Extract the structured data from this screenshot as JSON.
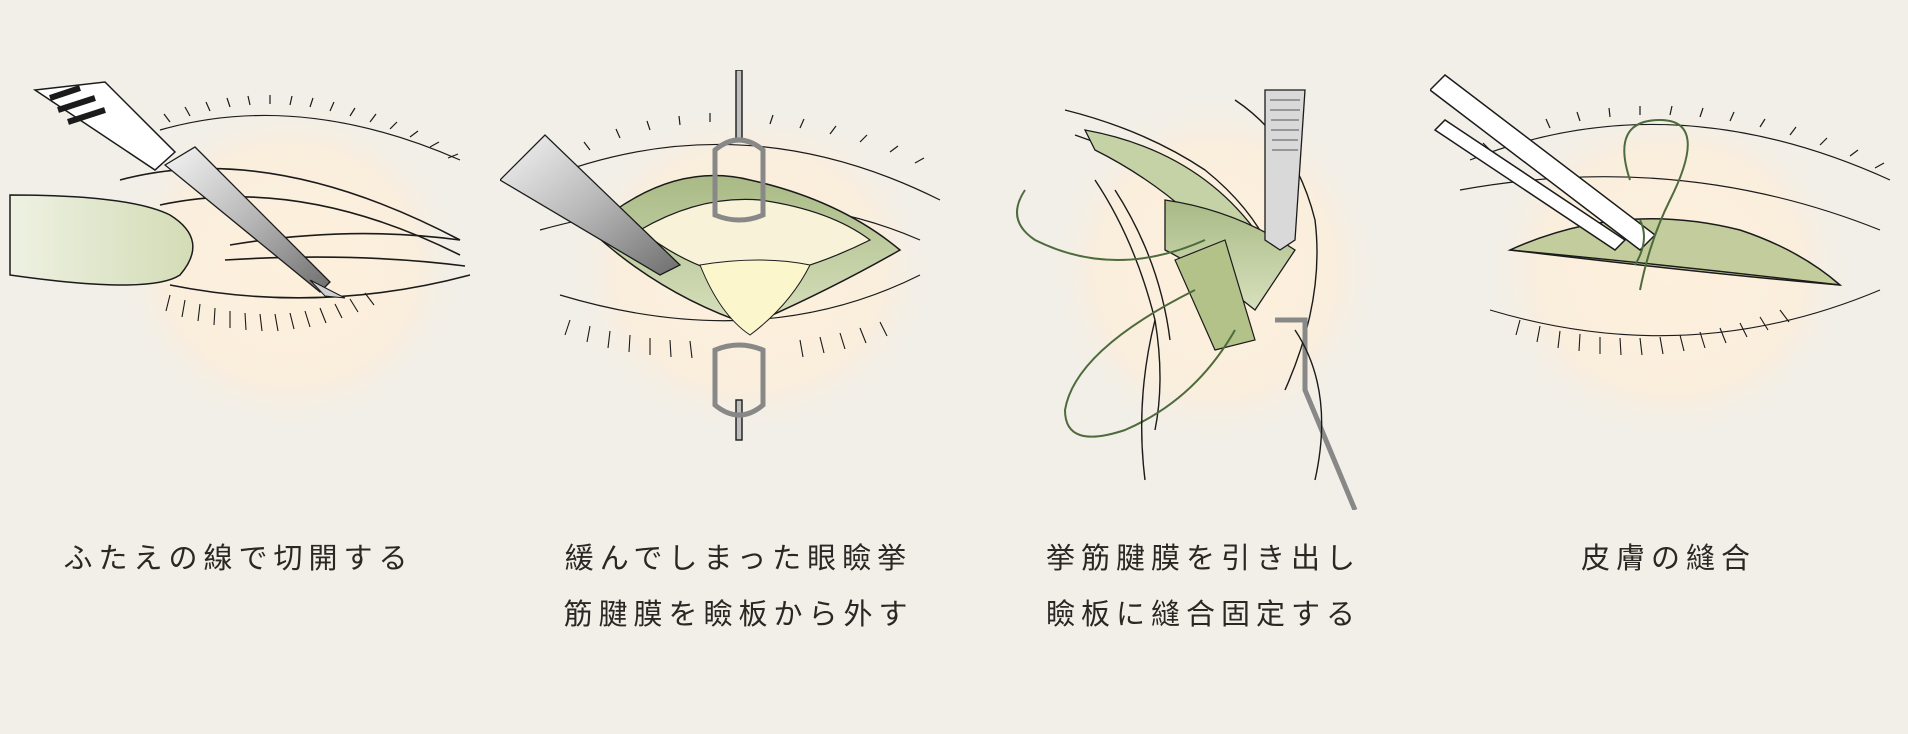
{
  "colors": {
    "background": "#f2efe8",
    "glow": "#fdf1de",
    "tissue_green": "#b9c79a",
    "tissue_light": "#dfe6c6",
    "line": "#1b1b1b",
    "suture": "#4d6b3c",
    "steel": "#9a9a9a",
    "text": "#2a2724"
  },
  "steps": [
    {
      "illustration_icon": "eyelid-incision-icon",
      "caption_lines": [
        "ふたえの線で切開する"
      ]
    },
    {
      "illustration_icon": "tendon-detachment-icon",
      "caption_lines": [
        "緩んでしまった眼瞼挙",
        "筋腱膜を瞼板から外す"
      ]
    },
    {
      "illustration_icon": "tendon-fixation-icon",
      "caption_lines": [
        "挙筋腱膜を引き出し",
        "瞼板に縫合固定する"
      ]
    },
    {
      "illustration_icon": "skin-suture-icon",
      "caption_lines": [
        "皮膚の縫合"
      ]
    }
  ]
}
